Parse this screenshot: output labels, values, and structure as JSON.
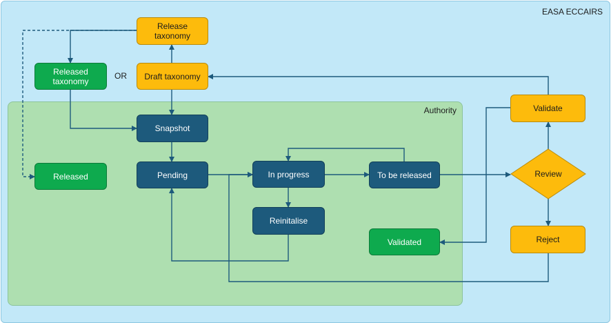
{
  "diagram": {
    "outer_title": "EASA ECCAIRS",
    "authority_title": "Authority",
    "or_label": "OR",
    "nodes": {
      "release_taxonomy": "Release\ntaxonomy",
      "draft_taxonomy": "Draft taxonomy",
      "released_taxonomy": "Released\ntaxonomy",
      "snapshot": "Snapshot",
      "released": "Released",
      "pending": "Pending",
      "in_progress": "In progress",
      "to_be_released": "To be released",
      "reinitialise": "Reinitalise",
      "validated": "Validated",
      "validate": "Validate",
      "review": "Review",
      "reject": "Reject"
    },
    "colors": {
      "outer_region": "#c2e8f8",
      "authority_region": "#aedfb0",
      "yellow_node": "#fdbb0c",
      "green_node": "#0eaa4e",
      "navy_node": "#1d5a7c",
      "connector": "#1d5a7c"
    }
  }
}
